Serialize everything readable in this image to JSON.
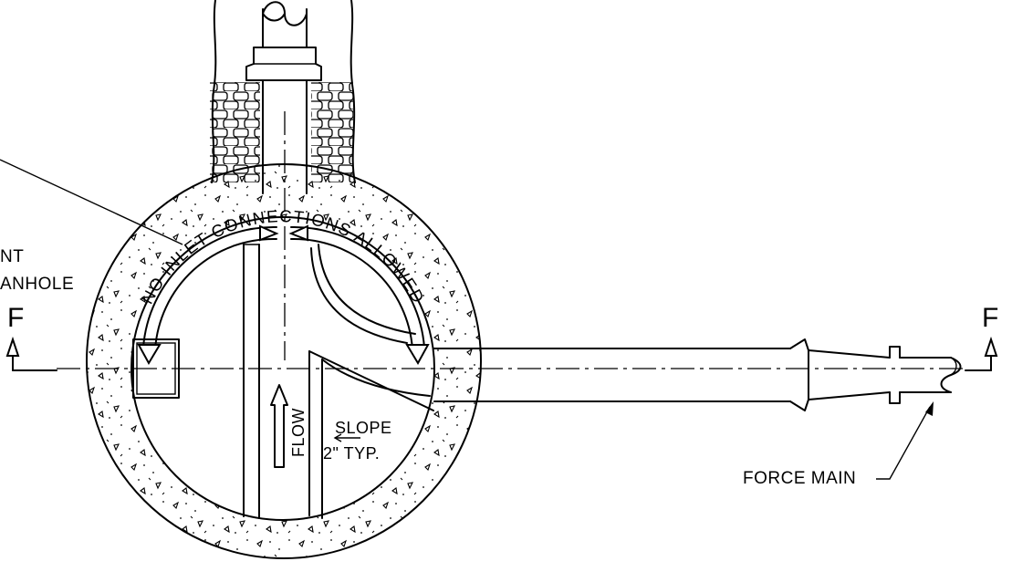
{
  "labels": {
    "callout_partial_line1": "NT",
    "callout_partial_line2": "ANHOLE",
    "no_inlet": "NO INLET CONNECTIONS ALLOWED",
    "flow": "FLOW",
    "slope_line1": "SLOPE",
    "slope_line2": "2\" TYP.",
    "force_main": "FORCE MAIN",
    "section_left": "F",
    "section_right": "F"
  }
}
